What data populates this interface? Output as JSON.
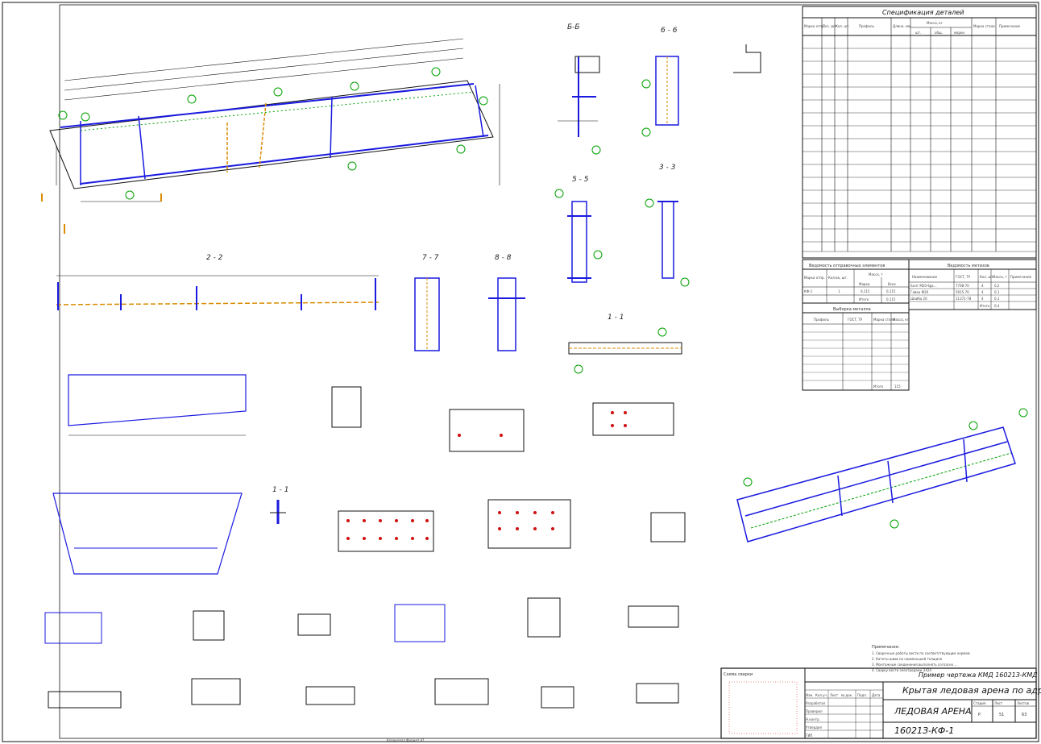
{
  "sheet": {
    "size": "1292x923",
    "colors": {
      "line": "#111111",
      "blue": "#1a1ae0",
      "green": "#00a000",
      "orange": "#d98c00",
      "brown": "#7a4a00",
      "red": "#d01010"
    }
  },
  "views": {
    "section_b4": "Б-Б",
    "section_66": "6 - 6",
    "section_55": "5 - 5",
    "section_33": "3 - 3",
    "section_22": "2 - 2",
    "section_77": "7 - 7",
    "section_88": "8 - 8",
    "section_11": "1 - 1",
    "section_small": "1 - 1"
  },
  "tables": {
    "spec_title": "Спецификация деталей",
    "spec_headers": [
      "Марка отпр.",
      "Поз. дет.",
      "Кол. шт.",
      "Профиль",
      "Длина, мм",
      "Масса, кг",
      "Марка стали",
      "Примечание"
    ],
    "spec_subheaders": [
      "шт.",
      "общ.",
      "марки"
    ],
    "ship_title": "Ведомость отправочных элементов",
    "ship_headers": [
      "Марка отпр.",
      "Кол-во, шт.",
      "Масса, т",
      "Марки",
      "Всех"
    ],
    "ship_row": [
      "КФ-1",
      "1",
      "0,115",
      "0,115"
    ],
    "ship_total_label": "Итого",
    "ship_total": "0,115",
    "bolts_title": "Ведомость метизов",
    "bolts_headers": [
      "Наименование",
      "ГОСТ, ТУ",
      "Кол. шт.",
      "Масса, т",
      "Примечание"
    ],
    "bolts_rows": [
      [
        "Болт М20-6gx...",
        "7798-70",
        "4",
        "0,2"
      ],
      [
        "Гайка М20",
        "5915-70",
        "4",
        "0,1"
      ],
      [
        "Шайба 20",
        "11371-78",
        "4",
        "0,1"
      ]
    ],
    "bolts_total_label": "Итого",
    "bolts_total": "0,4",
    "prof_title": "Выборка металла",
    "prof_headers": [
      "Профиль",
      "ГОСТ, ТУ",
      "Марка стали",
      "Масса, кг"
    ],
    "prof_total_label": "Итого",
    "prof_total": "115"
  },
  "notes": {
    "title": "Примечания:",
    "lines": [
      "1. Сварочные работы вести по соответствующим нормам",
      "2. Катеты швов по наименьшей толщине",
      "3. Монтажные соединения выполнять согласно ...",
      "4. Сварку вести электродами Э42А"
    ]
  },
  "title_block": {
    "sketch_label": "Схема сварки",
    "code_top": "Пример чертежа КМД 16021З-КМД",
    "project_name": "Крытая ледовая арена по адресу",
    "object_name": "ЛЕДОВАЯ АРЕНА",
    "drawing_code": "16021З-КФ-1",
    "stage_label": "Стадия",
    "sheet_label": "Лист",
    "sheets_label": "Листов",
    "stage": "Р",
    "sheet_no": "51",
    "sheets_total": "63",
    "roles": [
      "Разработал",
      "Проверил",
      "Н.контр.",
      "Утвердил",
      "ГИП"
    ],
    "col_headers": [
      "Изм.",
      "Кол.уч.",
      "Лист",
      "№ док.",
      "Подп.",
      "Дата"
    ]
  },
  "footer_text": "Копировал                                                            Формат А1"
}
